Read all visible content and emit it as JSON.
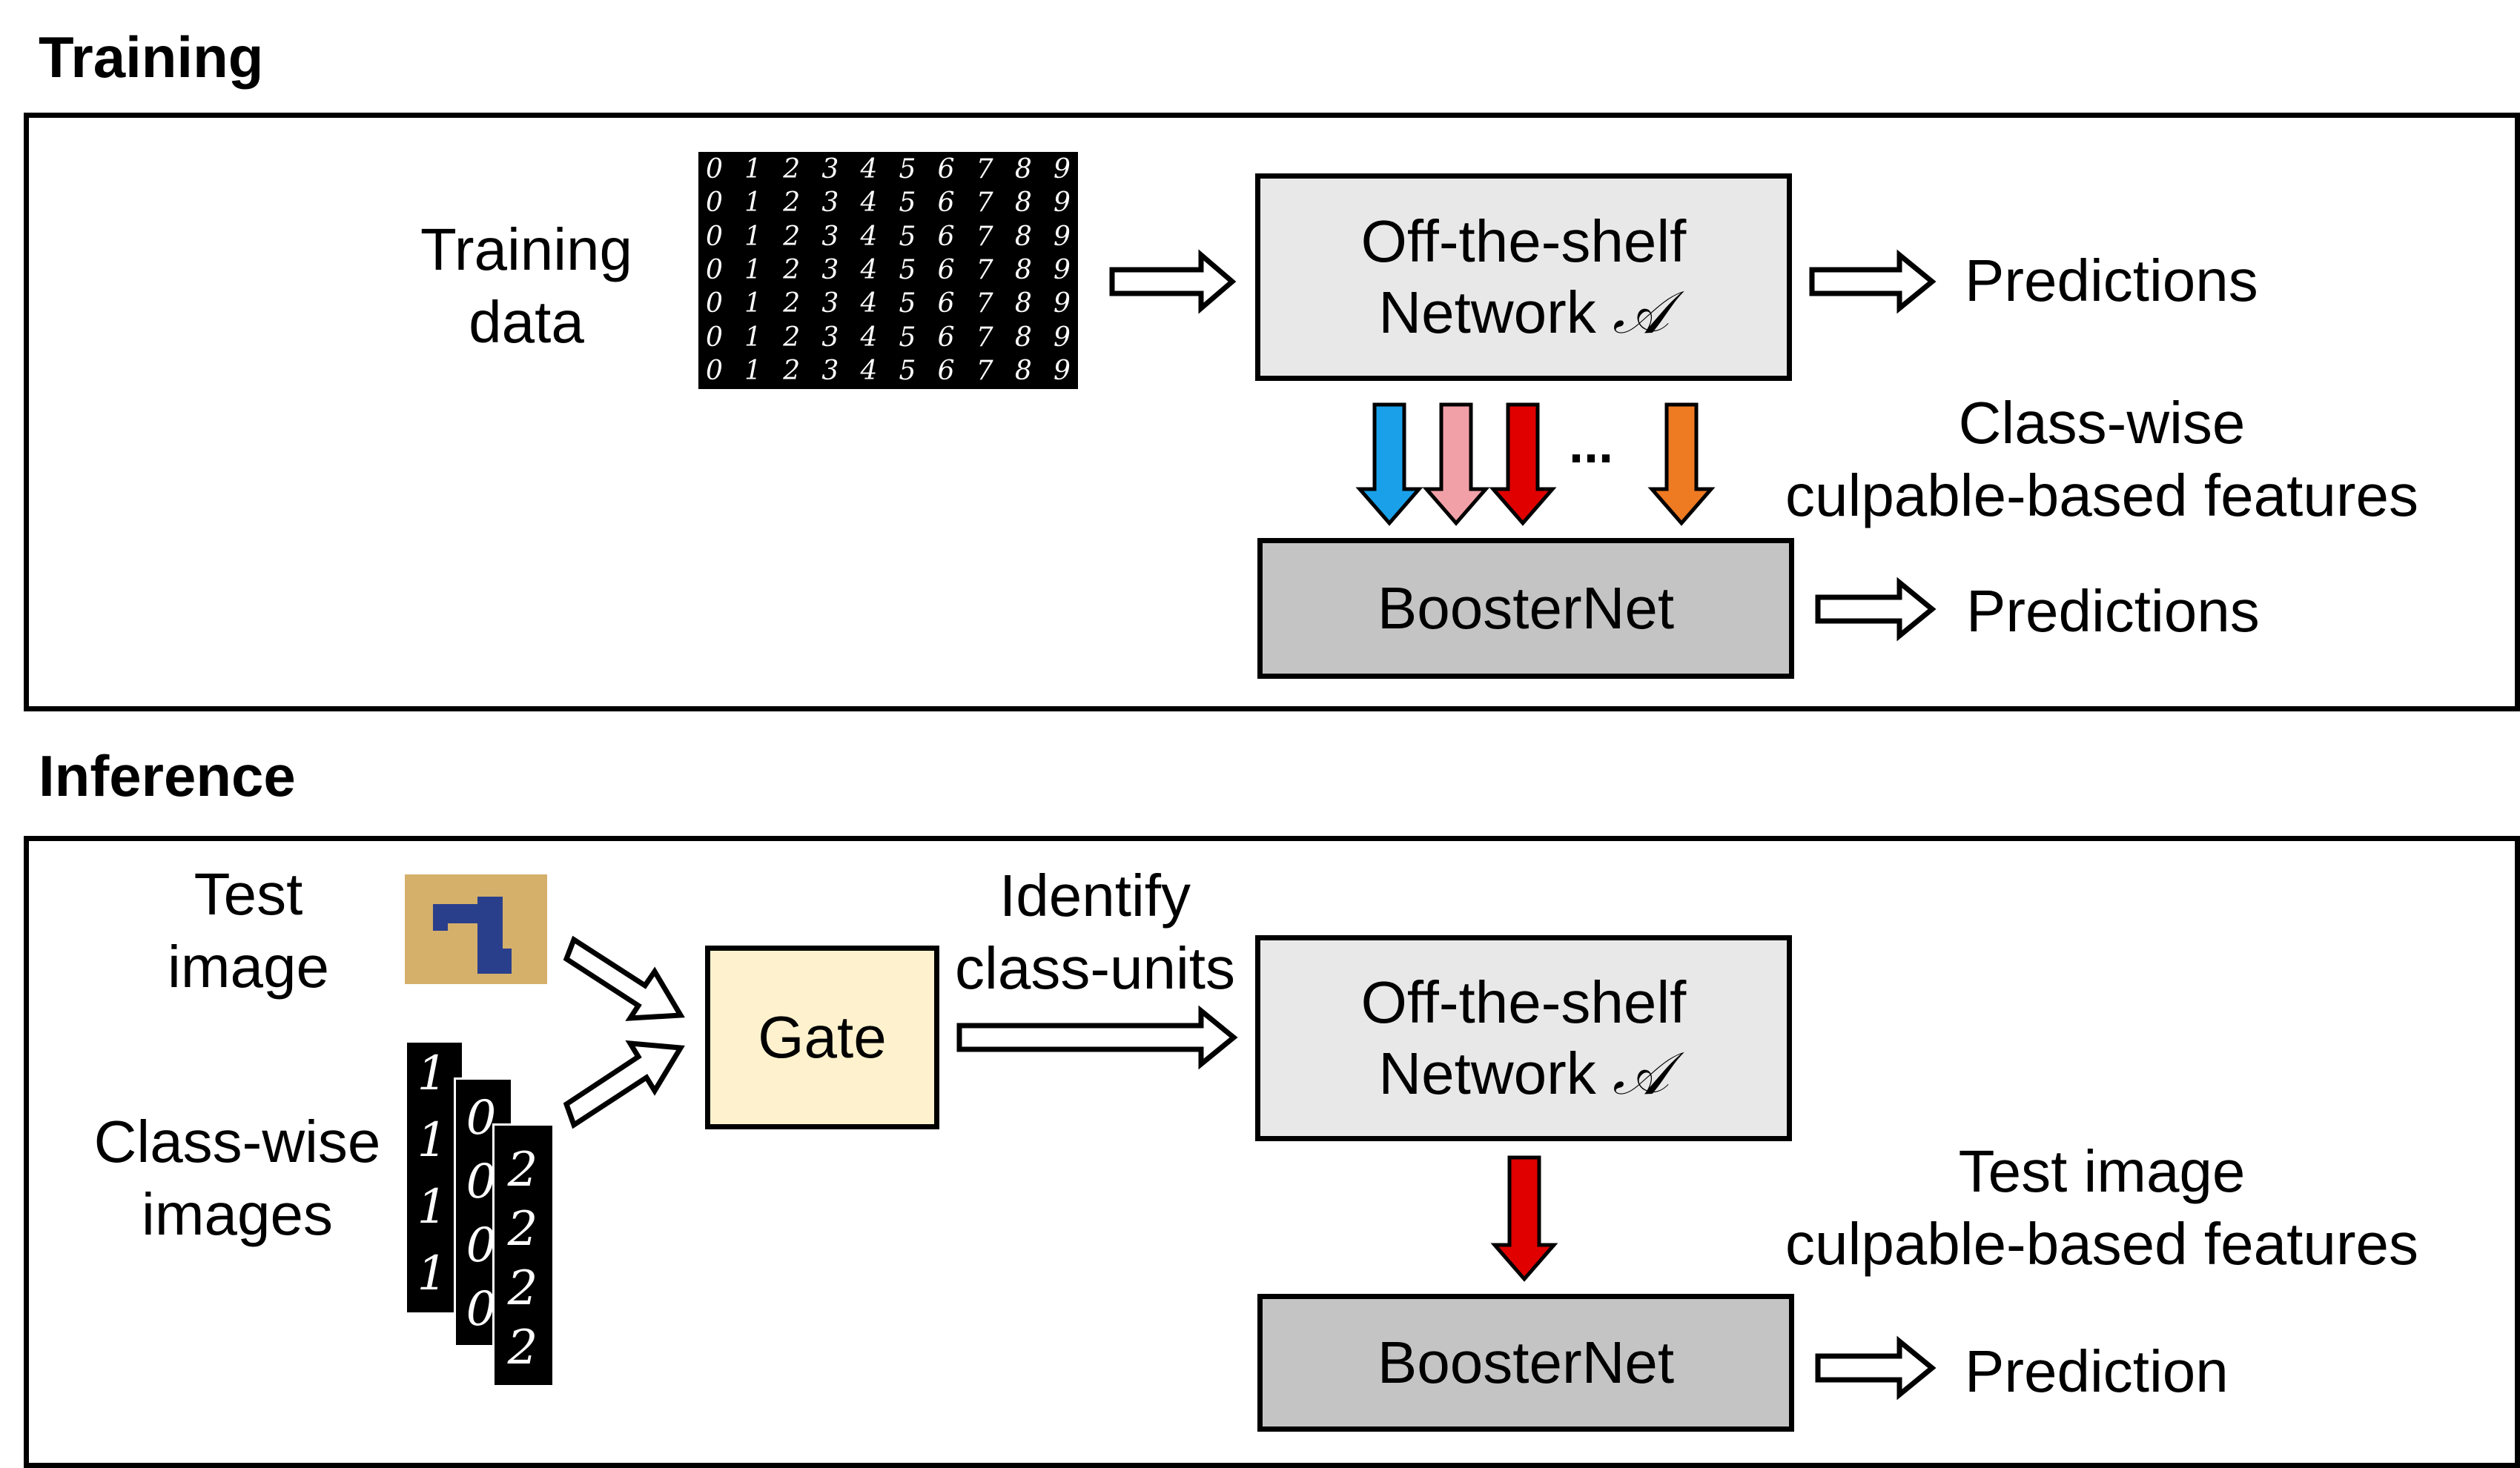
{
  "training": {
    "section_title": "Training",
    "data_label_line1": "Training",
    "data_label_line2": "data",
    "network_line1": "Off-the-shelf",
    "network_line2": "Network",
    "network_symbol": "𝒜",
    "predictions_label_1": "Predictions",
    "features_line1": "Class-wise",
    "features_line2": "culpable-based features",
    "ellipsis": "...",
    "boosternet": "BoosterNet",
    "predictions_label_2": "Predictions",
    "digit_grid": [
      "0123456789",
      "0123456789",
      "0123456789",
      "0123456789",
      "0123456789",
      "0123456789",
      "0123456789"
    ],
    "arrow_colors": [
      "#1aa0e8",
      "#f2a0a8",
      "#e00000",
      "#ee7a22"
    ]
  },
  "inference": {
    "section_title": "Inference",
    "test_line1": "Test",
    "test_line2": "image",
    "test_digit": "1",
    "classwise_line1": "Class-wise",
    "classwise_line2": "images",
    "strip_digits": [
      "1",
      "0",
      "2"
    ],
    "gate": "Gate",
    "identify_line1": "Identify",
    "identify_line2": "class-units",
    "network_line1": "Off-the-shelf",
    "network_line2": "Network",
    "network_symbol": "𝒜",
    "features_line1": "Test image",
    "features_line2": "culpable-based features",
    "boosternet": "BoosterNet",
    "prediction_label": "Prediction",
    "arrow_color": "#e00000"
  }
}
